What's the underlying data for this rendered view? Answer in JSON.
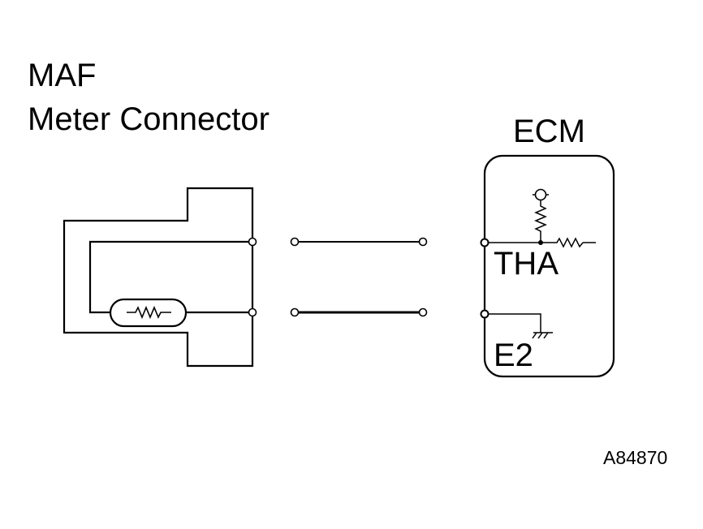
{
  "labels": {
    "maf_line1": "MAF",
    "maf_line2": "Meter Connector",
    "ecm": "ECM",
    "tha": "THA",
    "e2": "E2",
    "figure_id": "A84870"
  },
  "colors": {
    "ink": "#000000",
    "background": "#ffffff"
  }
}
